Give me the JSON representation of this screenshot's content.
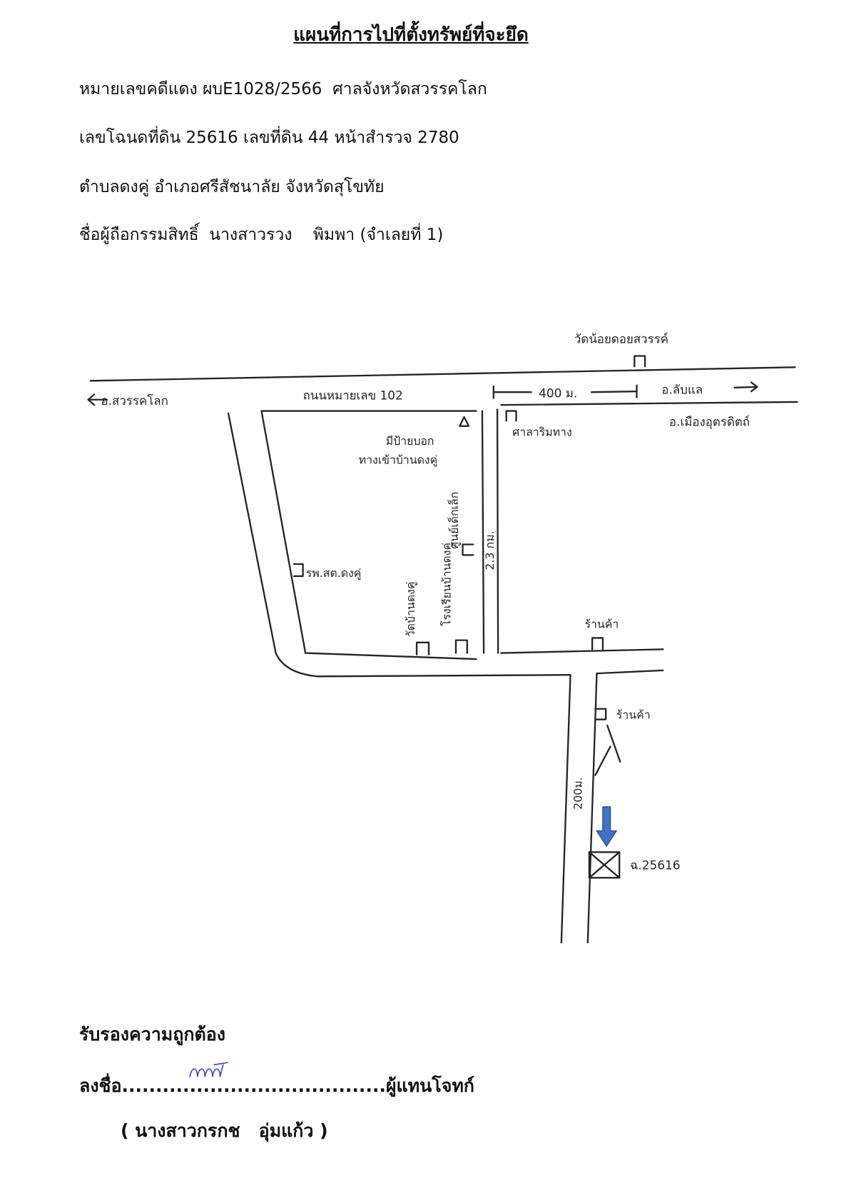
{
  "document": {
    "title": "แผนที่การไปที่ตั้งทรัพย์ที่จะยึด",
    "lines": [
      "หมายเลขคดีแดง ผบE1028/2566  ศาลจังหวัดสวรรคโลก",
      "เลขโฉนดที่ดิน 25616 เลขที่ดิน 44 หน้าสำรวจ 2780",
      "ตำบลดงคู่ อำเภอศรีสัชนาลัย จังหวัดสุโขทัย",
      "ชื่อผู้ถือกรรมสิทธิ์  นางสาวรวง    พิมพา (จำเลยที่ 1)"
    ]
  },
  "map": {
    "labels": {
      "temple_top": "วัดน้อยดอยสวรรค์",
      "to_sawankhalok": "อ.สวรรคโลก",
      "highway": "ถนนหมายเลข 102",
      "distance_400": "400 ม.",
      "to_laplae": "อ.ลับแล",
      "to_uttaradit": "อ.เมืองอุตรดิตถ์",
      "rest_pavilion": "ศาลาริมทาง",
      "sign_line1": "มีป้ายบอก",
      "sign_line2": "ทางเข้าบ้านดงคู่",
      "child_center": "ศูนย์เด็กเล็ก",
      "distance_2_3": "2.3 กม.",
      "health_center": "รพ.สต.ดงคู่",
      "temple_dongkhu": "วัดบ้านดงคู่",
      "school_dongkhu": "โรงเรียนบ้านดงคู่",
      "shop_1": "ร้านค้า",
      "shop_2": "ร้านค้า",
      "distance_200": "200ม.",
      "deed": "ฉ.25616"
    },
    "colors": {
      "ink": "#242424",
      "arrow_fill": "#4472c4",
      "arrow_stroke": "#2f5597",
      "signature": "#4a4ad0"
    }
  },
  "certification": {
    "heading": "รับรองความถูกต้อง",
    "sign_prefix": "ลงชื่อ",
    "sign_dots": ".......................................",
    "sign_role": "ผู้แทนโจทก์",
    "signer_name": "( นางสาวกรกช   อุ่มแก้ว )"
  }
}
